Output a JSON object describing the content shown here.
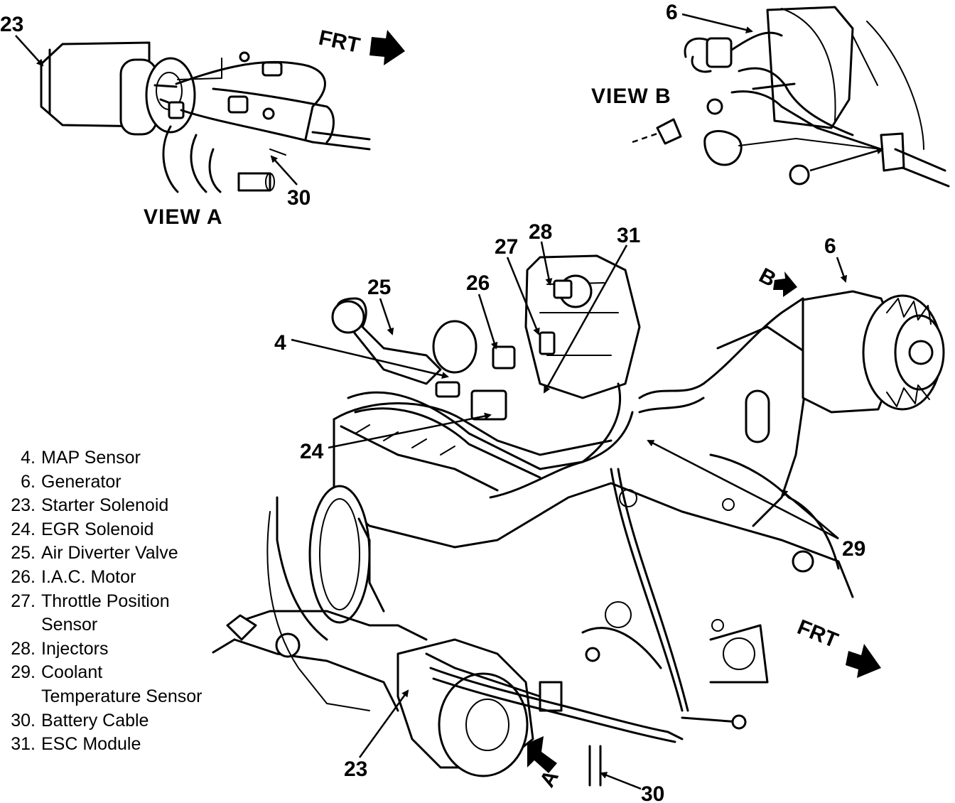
{
  "view_a": {
    "label": "VIEW A",
    "frt": "FRT"
  },
  "view_b": {
    "label": "VIEW B"
  },
  "main": {
    "frt": "FRT",
    "arrow_a": "A",
    "arrow_b": "B"
  },
  "callouts": {
    "c23_top": "23",
    "c30_top": "30",
    "c6_top": "6",
    "c28": "28",
    "c31": "31",
    "c27": "27",
    "c26": "26",
    "c25": "25",
    "c4": "4",
    "c6_main": "6",
    "c24": "24",
    "c29": "29",
    "c23_bottom": "23",
    "c30_bottom": "30"
  },
  "legend": [
    {
      "num": "4.",
      "text": "MAP Sensor"
    },
    {
      "num": "6.",
      "text": "Generator"
    },
    {
      "num": "23.",
      "text": "Starter Solenoid"
    },
    {
      "num": "24.",
      "text": "EGR Solenoid"
    },
    {
      "num": "25.",
      "text": "Air Diverter Valve"
    },
    {
      "num": "26.",
      "text": "I.A.C. Motor"
    },
    {
      "num": "27.",
      "text": "Throttle Position"
    },
    {
      "num": "",
      "text": "Sensor"
    },
    {
      "num": "28.",
      "text": "Injectors"
    },
    {
      "num": "29.",
      "text": "Coolant"
    },
    {
      "num": "",
      "text": "Temperature Sensor"
    },
    {
      "num": "30.",
      "text": "Battery Cable"
    },
    {
      "num": "31.",
      "text": "ESC Module"
    }
  ]
}
